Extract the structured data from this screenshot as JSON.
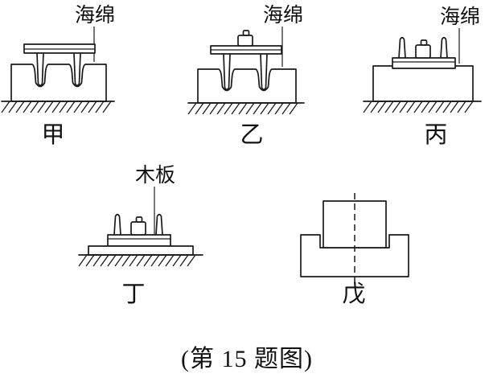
{
  "figure": {
    "caption": "(第 15 题图)",
    "labels": {
      "sponge_a": "海绵",
      "sponge_b": "海绵",
      "sponge_c": "海绵",
      "board": "木板",
      "panel_a": "甲",
      "panel_b": "乙",
      "panel_c": "丙",
      "panel_d": "丁",
      "panel_e": "戊"
    },
    "colors": {
      "ink": "#1a1a1a",
      "background": "#ffffff"
    }
  }
}
